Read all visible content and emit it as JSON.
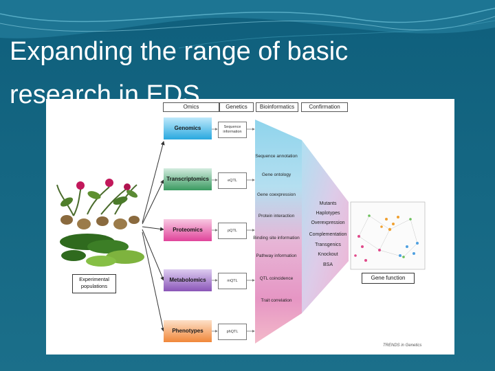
{
  "slide": {
    "title": "Expanding the range of basic research in EDS"
  },
  "figure": {
    "headers": [
      "Omics",
      "Genetics",
      "Bioinformatics",
      "Confirmation"
    ],
    "omics": [
      {
        "label": "Genomics",
        "genetic": "Sequence information",
        "color_top": "#bfe9fb",
        "color_bottom": "#29a8df"
      },
      {
        "label": "Transcriptomics",
        "genetic": "eQTL",
        "color_top": "#d3ecdf",
        "color_bottom": "#3a9a60"
      },
      {
        "label": "Proteomics",
        "genetic": "pQTL",
        "color_top": "#f8c8e2",
        "color_bottom": "#e0449a"
      },
      {
        "label": "Metabolomics",
        "genetic": "mQTL",
        "color_top": "#ddcdf0",
        "color_bottom": "#8a55b8"
      },
      {
        "label": "Phenotypes",
        "genetic": "phQTL",
        "color_top": "#fde0c8",
        "color_bottom": "#f0873a"
      }
    ],
    "bioinformatics": [
      "Sequence annotation",
      "Gene ontology",
      "Gene coexpression",
      "Protein interaction",
      "Binding site information",
      "Pathway information",
      "QTL coincidence",
      "Trait correlation"
    ],
    "confirmation": [
      "Mutants",
      "Haplotypes",
      "Overexpression",
      "Complementation",
      "Transgenics",
      "Knockout",
      "BSA"
    ],
    "experimental": "Experimental populations",
    "gene_function": "Gene function",
    "credit": "TRENDS in Genetics"
  }
}
